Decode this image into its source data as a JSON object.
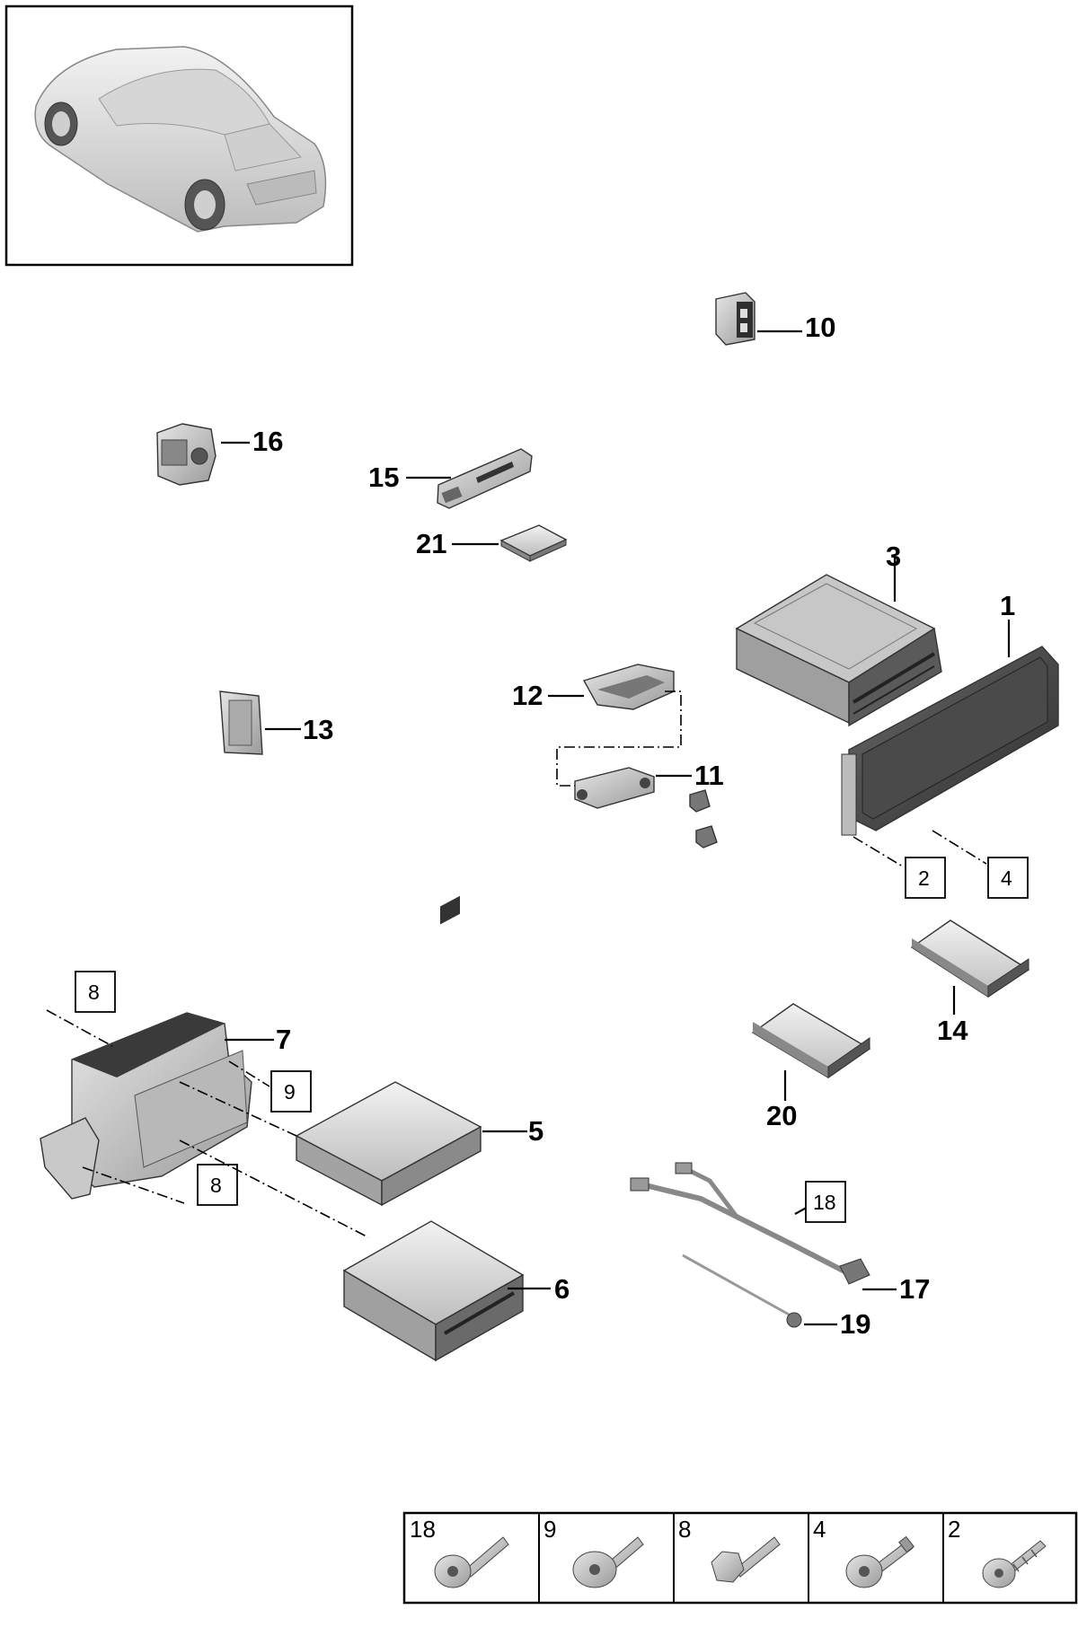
{
  "diagram": {
    "callouts": {
      "c1": "1",
      "c3": "3",
      "c5": "5",
      "c6": "6",
      "c7": "7",
      "c10": "10",
      "c11": "11",
      "c12": "12",
      "c13": "13",
      "c14": "14",
      "c15": "15",
      "c16": "16",
      "c17": "17",
      "c19": "19",
      "c20": "20",
      "c21": "21"
    },
    "ref_boxes": {
      "b2": "2",
      "b4": "4",
      "b8a": "8",
      "b8b": "8",
      "b9": "9",
      "b18": "18"
    },
    "fastener_table": [
      {
        "num": "18",
        "icon": "torx-bolt-icon"
      },
      {
        "num": "9",
        "icon": "flange-torx-bolt-icon"
      },
      {
        "num": "8",
        "icon": "hex-bolt-icon"
      },
      {
        "num": "4",
        "icon": "collar-torx-bolt-icon"
      },
      {
        "num": "2",
        "icon": "self-tapping-screw-icon"
      }
    ]
  }
}
